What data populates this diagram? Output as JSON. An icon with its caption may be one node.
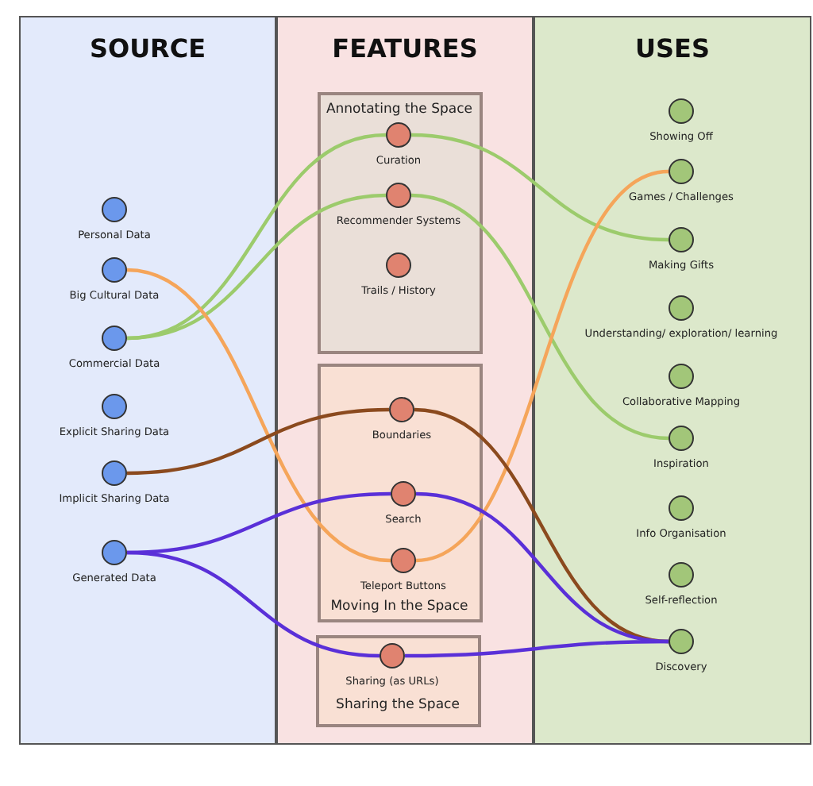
{
  "diagram": {
    "nodes": [
      {
        "text": [
          "SOURCE"
        ]
      },
      {
        "text": [
          "FEATURES"
        ]
      },
      {
        "text": [
          "USES"
        ]
      },
      {
        "text": [
          "Annotating the Space"
        ],
        "in": 1
      },
      {
        "text": [
          "Moving In the Space"
        ],
        "in": 1
      },
      {
        "text": [
          "Sharing the Space"
        ],
        "in": 1
      },
      {
        "text": [],
        "shape": "circle",
        "in": 0,
        "beside": [
          "Personal Data"
        ]
      },
      {
        "text": [],
        "shape": "circle",
        "in": 0,
        "beside": [
          "Big Cultural Data"
        ]
      },
      {
        "text": [],
        "shape": "circle",
        "in": 0,
        "beside": [
          "Commercial Data"
        ]
      },
      {
        "text": [],
        "shape": "circle",
        "in": 0,
        "beside": [
          "Explicit Sharing Data"
        ]
      },
      {
        "text": [],
        "shape": "circle",
        "in": 0,
        "beside": [
          "Implicit Sharing Data"
        ]
      },
      {
        "text": [],
        "shape": "circle",
        "in": 0,
        "beside": [
          "Generated Data"
        ]
      },
      {
        "text": [],
        "shape": "circle",
        "in": 3,
        "beside": [
          "Curation"
        ]
      },
      {
        "text": [],
        "shape": "circle",
        "in": 3,
        "beside": [
          "Recommender Systems"
        ]
      },
      {
        "text": [],
        "shape": "circle",
        "in": 3,
        "beside": [
          "Trails / History"
        ]
      },
      {
        "text": [],
        "shape": "circle",
        "in": 4,
        "beside": [
          "Boundaries"
        ]
      },
      {
        "text": [],
        "shape": "circle",
        "in": 4,
        "beside": [
          "Search"
        ]
      },
      {
        "text": [],
        "shape": "circle",
        "in": 4,
        "beside": [
          "Teleport Buttons"
        ]
      },
      {
        "text": [],
        "shape": "circle",
        "in": 5,
        "beside": [
          "Sharing (as URLs)"
        ]
      },
      {
        "text": [],
        "shape": "circle",
        "in": 2,
        "beside": [
          "Showing Off"
        ]
      },
      {
        "text": [],
        "shape": "circle",
        "in": 2,
        "beside": [
          "Games / Challenges"
        ]
      },
      {
        "text": [],
        "shape": "circle",
        "in": 2,
        "beside": [
          "Making Gifts"
        ]
      },
      {
        "text": [],
        "shape": "circle",
        "in": 2,
        "beside": [
          "Understanding/ exploration/ learning"
        ]
      },
      {
        "text": [],
        "shape": "circle",
        "in": 2,
        "beside": [
          "Collaborative Mapping"
        ]
      },
      {
        "text": [],
        "shape": "circle",
        "in": 2,
        "beside": [
          "Inspiration"
        ]
      },
      {
        "text": [],
        "shape": "circle",
        "in": 2,
        "beside": [
          "Info Organisation"
        ]
      },
      {
        "text": [],
        "shape": "circle",
        "in": 2,
        "beside": [
          "Self-reflection"
        ]
      },
      {
        "text": [],
        "shape": "circle",
        "in": 2,
        "beside": [
          "Discovery"
        ]
      }
    ],
    "edges": [
      {
        "from": 8,
        "to": 12,
        "arrow": "none",
        "color": "#9ccb6c"
      },
      {
        "from": 8,
        "to": 13,
        "arrow": "none",
        "color": "#9ccb6c"
      },
      {
        "from": 12,
        "to": 21,
        "arrow": "none",
        "color": "#9ccb6c"
      },
      {
        "from": 13,
        "to": 24,
        "arrow": "none",
        "color": "#9ccb6c"
      },
      {
        "from": 7,
        "to": 17,
        "arrow": "none",
        "color": "#f5a55a"
      },
      {
        "from": 17,
        "to": 20,
        "arrow": "none",
        "color": "#f5a55a"
      },
      {
        "from": 10,
        "to": 15,
        "arrow": "none",
        "color": "#8b4a1e"
      },
      {
        "from": 15,
        "to": 27,
        "arrow": "none",
        "color": "#8b4a1e"
      },
      {
        "from": 11,
        "to": 16,
        "arrow": "none",
        "color": "#5a30d8"
      },
      {
        "from": 16,
        "to": 27,
        "arrow": "none",
        "color": "#5a30d8"
      },
      {
        "from": 11,
        "to": 18,
        "arrow": "none",
        "color": "#5a30d8"
      },
      {
        "from": 18,
        "to": 27,
        "arrow": "none",
        "color": "#5a30d8"
      }
    ]
  }
}
